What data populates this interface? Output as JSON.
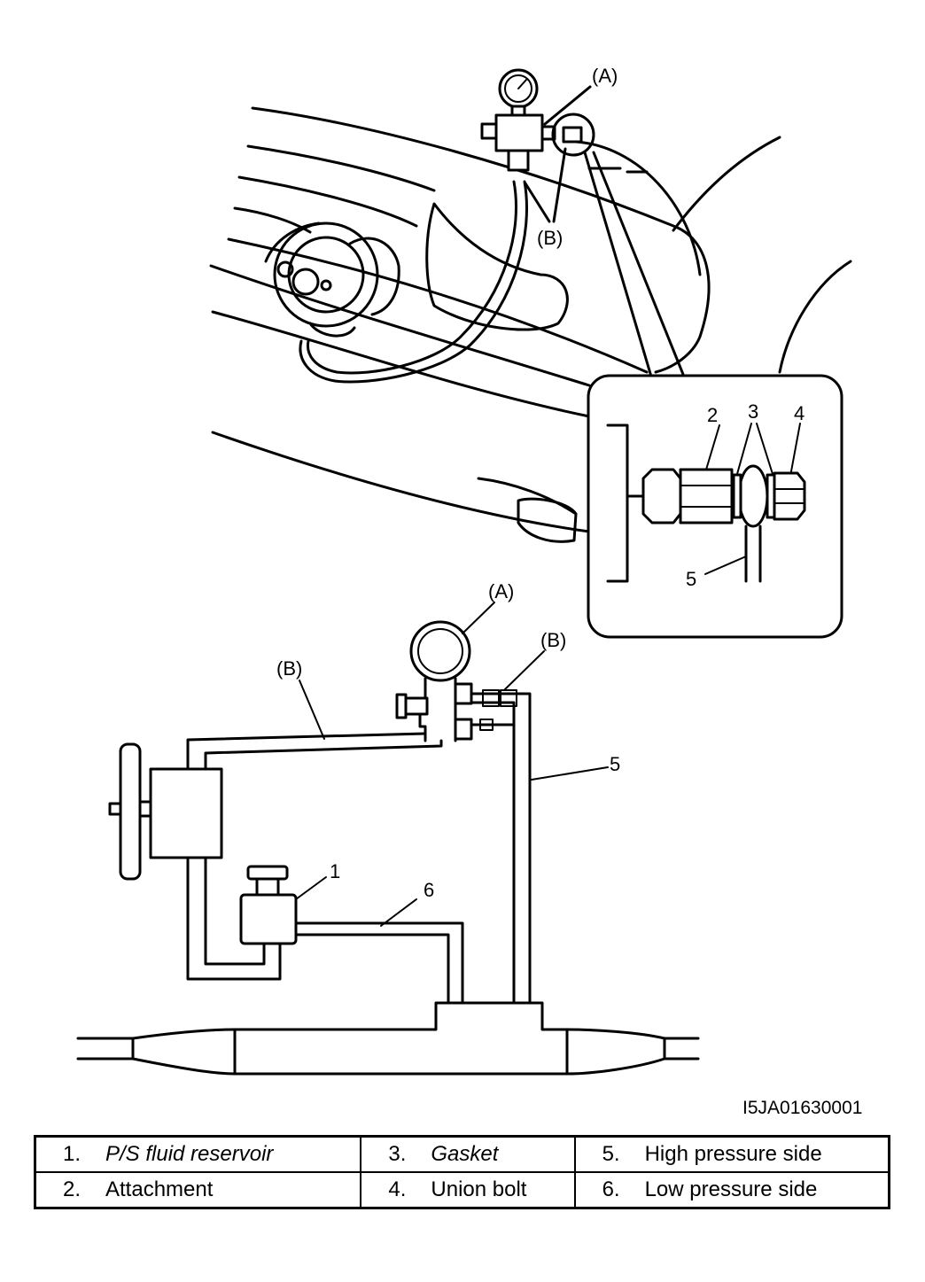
{
  "labels": {
    "gauge_top": "(A)",
    "hose_top": "(B)",
    "detail_2": "2",
    "detail_3": "3",
    "detail_4": "4",
    "detail_5": "5",
    "gauge_bottom": "(A)",
    "hose_left": "(B)",
    "hose_right": "(B)",
    "high_side": "5",
    "reservoir": "1",
    "low_side": "6"
  },
  "doc_code": "I5JA01630001",
  "legend": [
    [
      {
        "num": "1.",
        "text": "P/S fluid reservoir"
      },
      {
        "num": "3.",
        "text": "Gasket"
      },
      {
        "num": "5.",
        "text": "High pressure side"
      }
    ],
    [
      {
        "num": "2.",
        "text": "Attachment"
      },
      {
        "num": "4.",
        "text": "Union bolt"
      },
      {
        "num": "6.",
        "text": "Low pressure side"
      }
    ]
  ]
}
